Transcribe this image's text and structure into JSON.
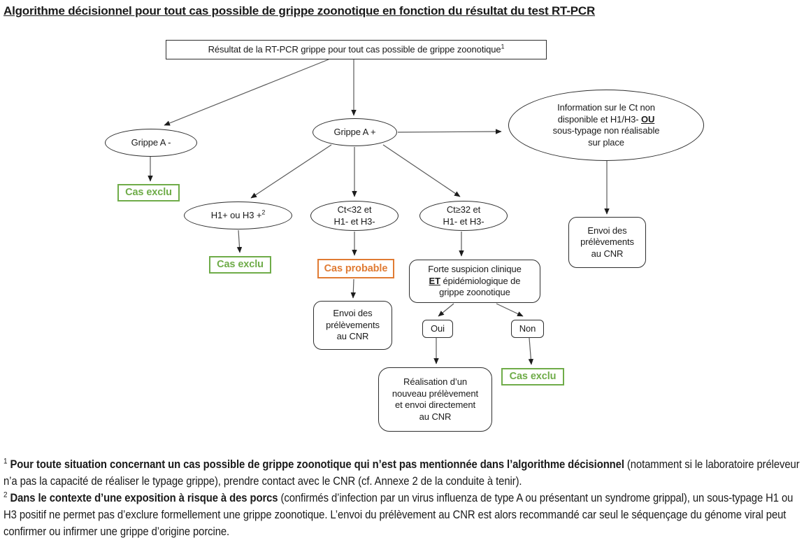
{
  "title": "Algorithme décisionnel pour tout cas possible de grippe zoonotique en fonction du résultat du test RT-PCR",
  "colors": {
    "excluded_green": "#6FAC49",
    "probable_orange": "#E07B33",
    "shape_border": "#2e2e2e",
    "arrow_line": "#595959"
  },
  "nodes": {
    "result": {
      "text": "Résultat de la RT-PCR grippe pour tout cas possible de grippe zoonotique",
      "sup": "1"
    },
    "grippe_a_neg": {
      "label": "Grippe A -"
    },
    "grippe_a_pos": {
      "label": "Grippe A +"
    },
    "info_ct": {
      "line1": "Information sur le Ct non",
      "line2_pre": "disponible et H1/H3- ",
      "line2_bold": "OU",
      "line3": "sous-typage non réalisable",
      "line4": "sur place"
    },
    "h1_h3": {
      "text": "H1+ ou H3 +",
      "sup": "2"
    },
    "ct_lt32": {
      "line1": "Ct<32 et",
      "line2": "H1- et H3-"
    },
    "ct_ge32": {
      "line1": "Ct≥32 et",
      "line2": "H1- et H3-"
    },
    "cas_exclu_1": {
      "label": "Cas exclu"
    },
    "cas_exclu_2": {
      "label": "Cas exclu"
    },
    "cas_exclu_3": {
      "label": "Cas exclu"
    },
    "cas_probable": {
      "label": "Cas probable"
    },
    "forte_suspicion": {
      "line1": "Forte suspicion clinique",
      "line2_bold": "ET",
      "line2_rest": " épidémiologique de",
      "line3": "grippe zoonotique"
    },
    "envoi_cnr_1": {
      "line1": "Envoi des",
      "line2": "prélèvements",
      "line3": "au CNR"
    },
    "envoi_cnr_2": {
      "line1": "Envoi des",
      "line2": "prélèvements",
      "line3": "au CNR"
    },
    "oui": {
      "label": "Oui"
    },
    "non": {
      "label": "Non"
    },
    "realisation": {
      "line1": "Réalisation d’un",
      "line2": "nouveau prélèvement",
      "line3": "et envoi directement",
      "line4": "au CNR"
    }
  },
  "footnotes": {
    "fn1": {
      "sup": "1",
      "bold": " Pour toute situation concernant un cas possible de grippe zoonotique qui n’est pas mentionnée dans l’algorithme décisionnel",
      "rest": " (notamment si le laboratoire préleveur n’a pas la capacité de réaliser le typage grippe), prendre contact avec le CNR (cf. Annexe 2 de la conduite à tenir)."
    },
    "fn2": {
      "sup": "2",
      "bold": " Dans le contexte d’une exposition à risque à des porcs",
      "rest": " (confirmés d’infection par un virus influenza de type A ou présentant un syndrome grippal), un sous-typage H1 ou H3 positif ne permet pas d’exclure formellement une grippe zoonotique. L’envoi du prélèvement au CNR est alors recommandé car seul le séquençage du génome viral peut confirmer ou infirmer une grippe d’origine porcine."
    }
  }
}
